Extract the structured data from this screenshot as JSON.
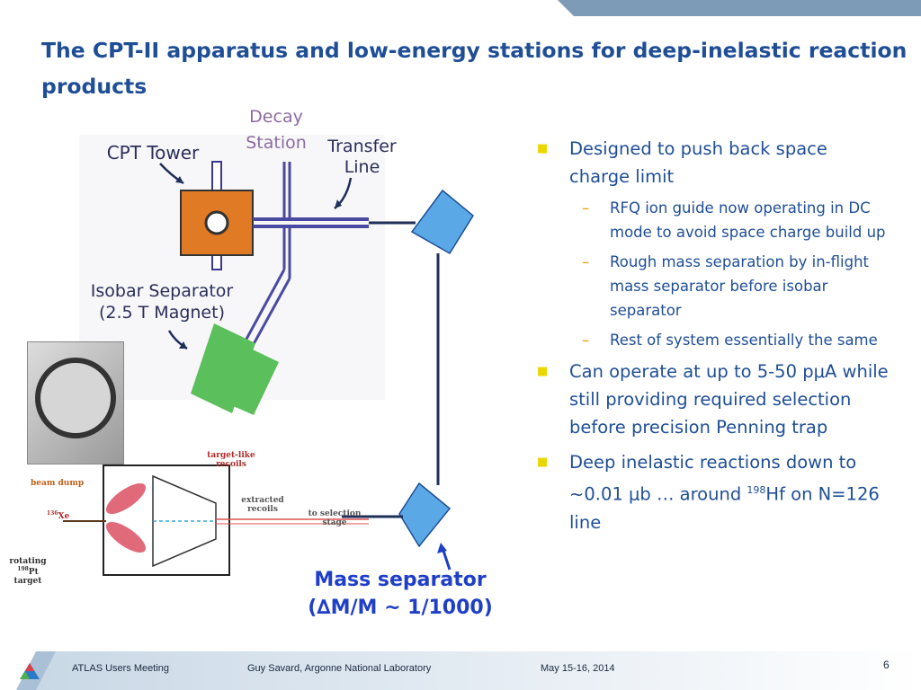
{
  "title": "The CPT-II apparatus and low-energy stations for deep-inelastic reaction products",
  "figure": {
    "decay_station_line1": "Decay",
    "decay_station_line2": "Station",
    "cpt_tower": "CPT Tower",
    "transfer_line1": "Transfer",
    "transfer_line2": "Line",
    "isobar_line1": "Isobar Separator",
    "isobar_line2": "(2.5 T Magnet)",
    "target_like": "target-like",
    "recoils": "recoils",
    "beam_dump": "beam dump",
    "xe_mass": "136",
    "xe": "Xe",
    "extracted": "extracted",
    "extracted_recoils": "recoils",
    "to_selection": "to selection",
    "stage": "stage",
    "rotating": "rotating",
    "pt_mass": "198",
    "pt_target": "Pt target",
    "mass_separator_line1": "Mass separator",
    "mass_separator_line2": "(∆M/M ~ 1/1000)"
  },
  "bullets": [
    {
      "level": 1,
      "text": "Designed to push back space charge limit"
    },
    {
      "level": 2,
      "text": "RFQ ion guide now operating in DC mode to avoid space charge build up"
    },
    {
      "level": 2,
      "text": "Rough mass separation by in-flight mass separator before isobar separator"
    },
    {
      "level": 2,
      "text": "Rest of system essentially the same"
    },
    {
      "level": 1,
      "text": "Can operate at up to 5-50 pμA while still providing required selection before precision Penning trap"
    },
    {
      "level": 1,
      "text_before": "Deep inelastic reactions down to ~0.01 μb … around ",
      "sup": "198",
      "text_after": "Hf on N=126 line"
    }
  ],
  "footer": {
    "meeting": "ATLAS Users Meeting",
    "author": "Guy Savard, Argonne National Laboratory",
    "date": "May 15-16, 2014",
    "page": "6"
  },
  "colors": {
    "title": "#1f4e96",
    "bullet_mark_l1": "#e8d800",
    "bullet_mark_l2": "#e8a000",
    "magnet_orange": "#e07a25",
    "isobar_green": "#5bbf5b",
    "separator_blue": "#5aa9e6",
    "mass_sep_text": "#1f3fc8"
  }
}
